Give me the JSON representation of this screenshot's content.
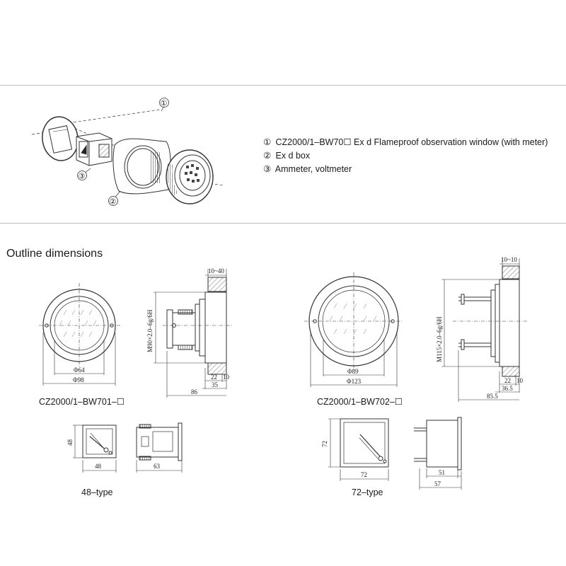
{
  "legend": [
    {
      "num": "①",
      "text": "CZ2000/1–BW70☐  Ex d Flameproof observation window (with meter)"
    },
    {
      "num": "②",
      "text": "Ex d box"
    },
    {
      "num": "③",
      "text": "Ammeter,  voltmeter"
    }
  ],
  "callouts": {
    "c1": "①",
    "c2": "②",
    "c3": "③"
  },
  "section_title": "Outline dimensions",
  "bw701": {
    "model": "CZ2000/1–BW701–☐",
    "phi_inner": "Φ64",
    "phi_outer": "Φ98",
    "thread": "M90×2.0–6g/6H",
    "dim_top": "10~40",
    "dim_22": "22",
    "dim_10": "10",
    "dim_35": "35",
    "dim_86": "86"
  },
  "bw702": {
    "model": "CZ2000/1–BW702–☐",
    "phi_inner": "Φ89",
    "phi_outer": "Φ123",
    "thread": "M115×2.0–6g/6H",
    "dim_top": "10~10",
    "dim_22": "22",
    "dim_10": "10",
    "dim_36": "36.5",
    "dim_85": "85.5"
  },
  "type48": {
    "label": "48–type",
    "h": "48",
    "w": "48",
    "depth": "63"
  },
  "type72": {
    "label": "72–type",
    "h": "72",
    "w": "72",
    "d1": "51",
    "d2": "57"
  }
}
